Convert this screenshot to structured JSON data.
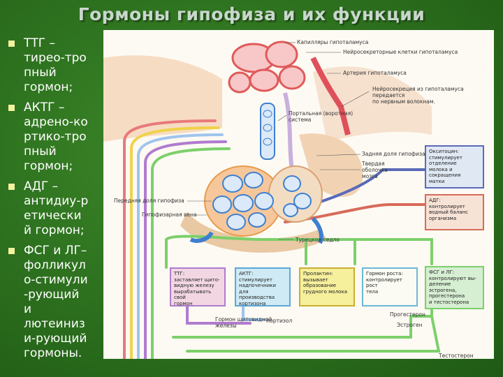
{
  "title": "Гормоны гипофиза и их функции",
  "bullets": [
    "ТТГ –\nтирео-тро\nпный\nгормон;",
    "АКТГ –\nадрено-ко\nртико-тро\nпный\nгормон;",
    "АДГ –\nантидиу-р\nетически\nй гормон;",
    "ФСГ и ЛГ–\nфолликул\nо-стимули\n-рующий\nи\nлютеиниз\nи-рующий\nгормоны."
  ],
  "diagram": {
    "labels": {
      "capillaries": "Капилляры гипоталамуса",
      "neurosecretory": "Нейросекреторные клетки гипоталамуса",
      "artery": "Артерия гипоталамуса",
      "neurosecretion": "Нейросекреция из гипоталамуса передается\nпо нервным волокнам.",
      "portal": "Портальная (воротная)\nсистема",
      "posterior": "Задняя доля гипофиза",
      "dura": "Твердая\nоболочка\nмозга",
      "anterior": "Передняя доля гипофиза",
      "vein": "Гипофизарная вена",
      "sella": "Турецкое седло",
      "thyroid_hormone": "Гормон щитовидной\nжелезы",
      "cortisol": "Кортизол",
      "progesterone": "Прогестерон",
      "estrogen": "Эстроген",
      "testosterone": "Тестостерон"
    },
    "boxes": {
      "oxytocin": "Окситоцин:\nстимулирует\nотделение\nмолока и\nсокращения\nматки",
      "adh": "АДГ:\nконтролирует\nводный баланс\nорганизма",
      "tsh": "ТТГ:\nзаставляет щито-\nвидную железу\nвырабатывать свой\nгормон",
      "acth": "АКТГ:\nстимулирует\nнадпочечники для\nпроизводства\nкортизона",
      "prolactin": "Пролактин:\nвызывает\nобразование\nгрудного молока",
      "gh": "Гормон роста:\nконтролирует рост\nтела",
      "fsh": "ФСГ и ЛГ:\nконтролируют вы-\nделение эстрогена,\nпрогестерона\nи тестостерона"
    },
    "colors": {
      "oxytocin": "#dfe8f3",
      "adh": "#f7e2d6",
      "tsh": "#f2d7e3",
      "acth": "#cfeaf4",
      "prolactin": "#f6ef9c",
      "gh": "#fbfbf4",
      "fsh": "#d6eed2"
    }
  }
}
